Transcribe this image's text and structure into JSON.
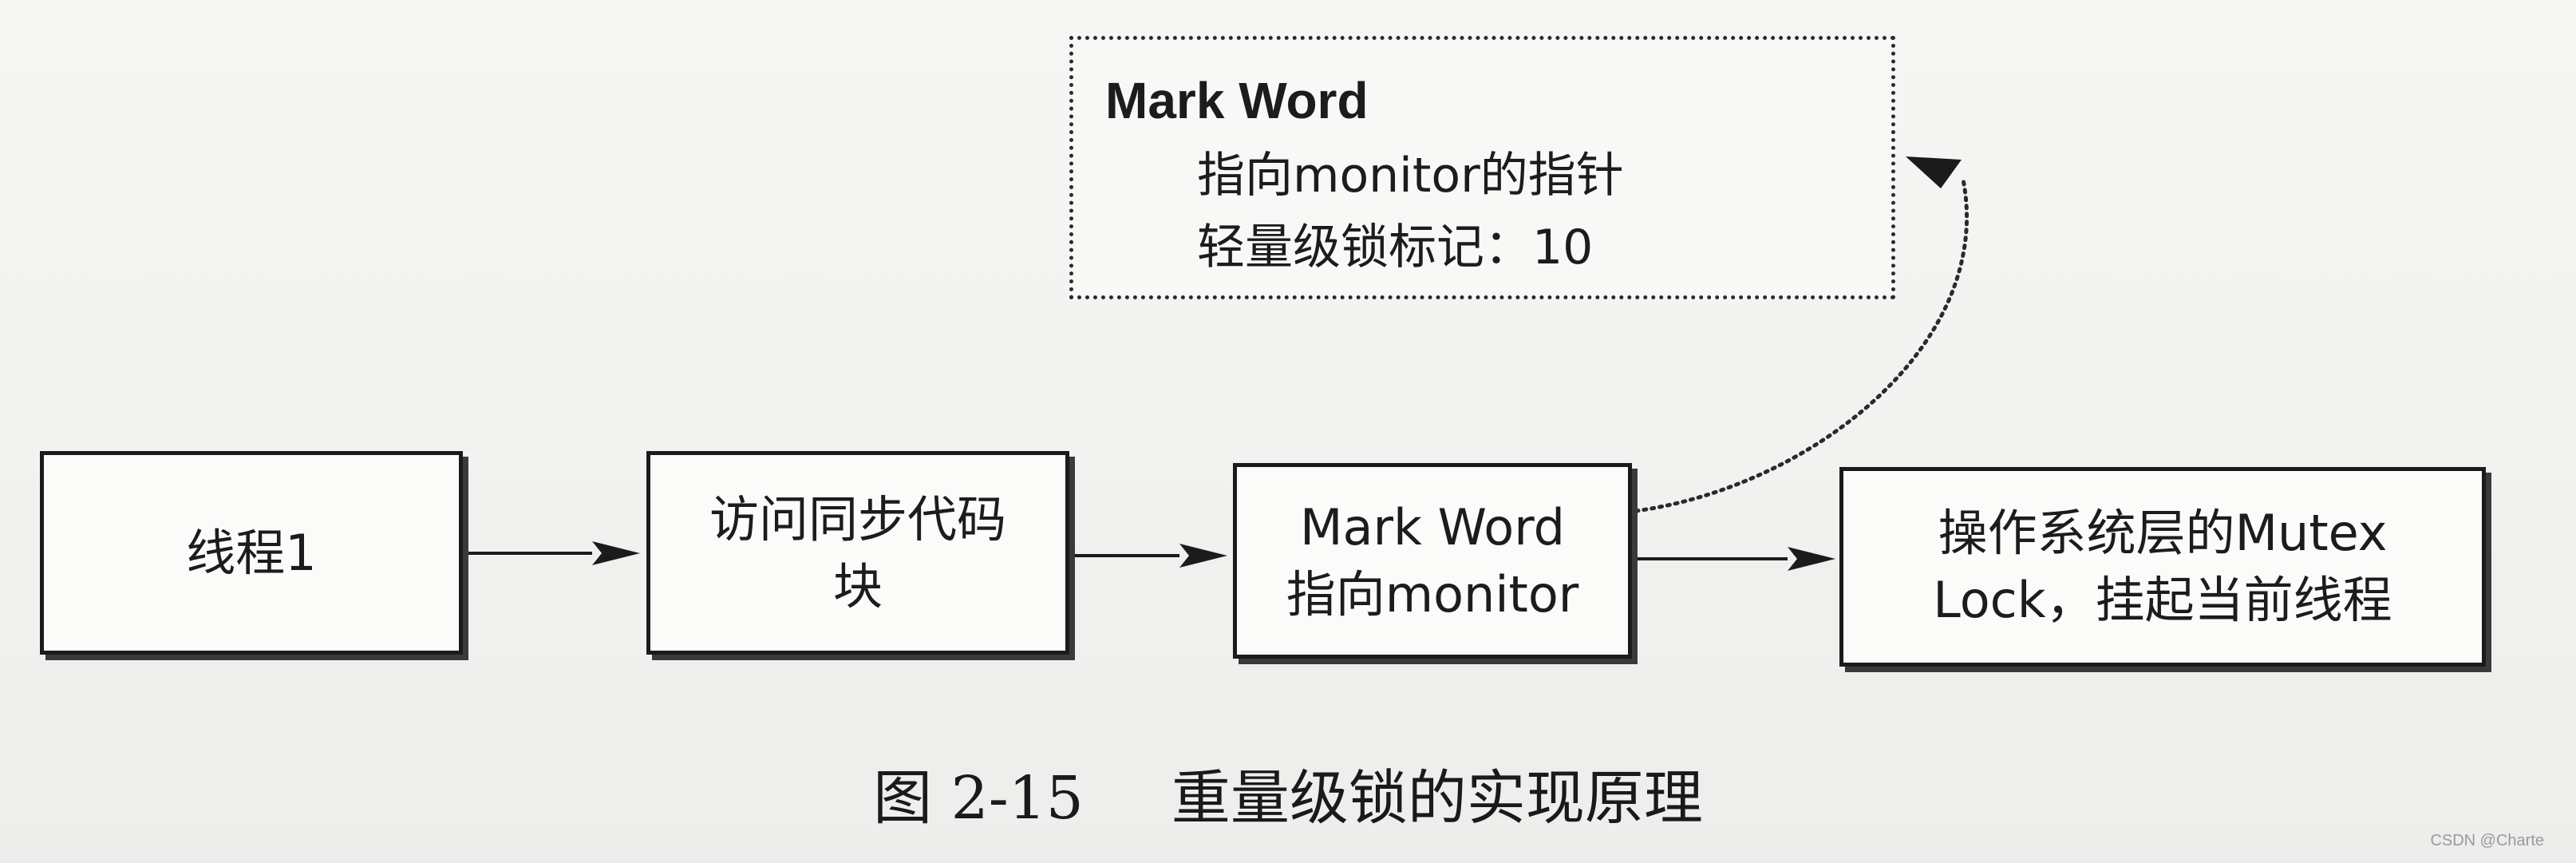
{
  "diagram": {
    "nodes": [
      {
        "id": "thread",
        "lines": [
          "线程1"
        ]
      },
      {
        "id": "sync",
        "lines": [
          "访问同步代码",
          "块"
        ]
      },
      {
        "id": "mark",
        "lines": [
          "Mark Word",
          "指向monitor"
        ]
      },
      {
        "id": "os",
        "lines": [
          "操作系统层的Mutex",
          "Lock，挂起当前线程"
        ]
      }
    ],
    "callout": {
      "title": "Mark Word",
      "line1": "指向monitor的指针",
      "line2": "轻量级锁标记：10"
    },
    "edges": [
      {
        "from": "thread",
        "to": "sync",
        "style": "solid"
      },
      {
        "from": "sync",
        "to": "mark",
        "style": "solid"
      },
      {
        "from": "mark",
        "to": "os",
        "style": "solid"
      },
      {
        "from": "mark",
        "to": "callout",
        "style": "dotted"
      }
    ]
  },
  "caption": {
    "figure_number": "图 2-15",
    "title": "重量级锁的实现原理"
  },
  "watermark": "CSDN @Charte"
}
